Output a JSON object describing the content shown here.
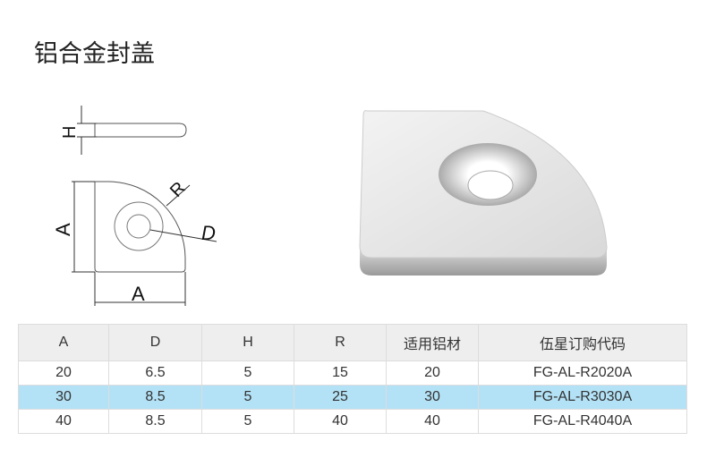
{
  "title": "铝合金封盖",
  "diagram_labels": {
    "h": "H",
    "a_vertical": "A",
    "a_horizontal": "A",
    "r": "R",
    "d": "D"
  },
  "table": {
    "headers": [
      "A",
      "D",
      "H",
      "R",
      "适用铝材",
      "伍星订购代码"
    ],
    "rows": [
      [
        "20",
        "6.5",
        "5",
        "15",
        "20",
        "FG-AL-R2020A"
      ],
      [
        "30",
        "8.5",
        "5",
        "25",
        "30",
        "FG-AL-R3030A"
      ],
      [
        "40",
        "8.5",
        "5",
        "40",
        "40",
        "FG-AL-R4040A"
      ]
    ],
    "highlight_row": 1,
    "highlight_color": "#b3e2f6"
  }
}
